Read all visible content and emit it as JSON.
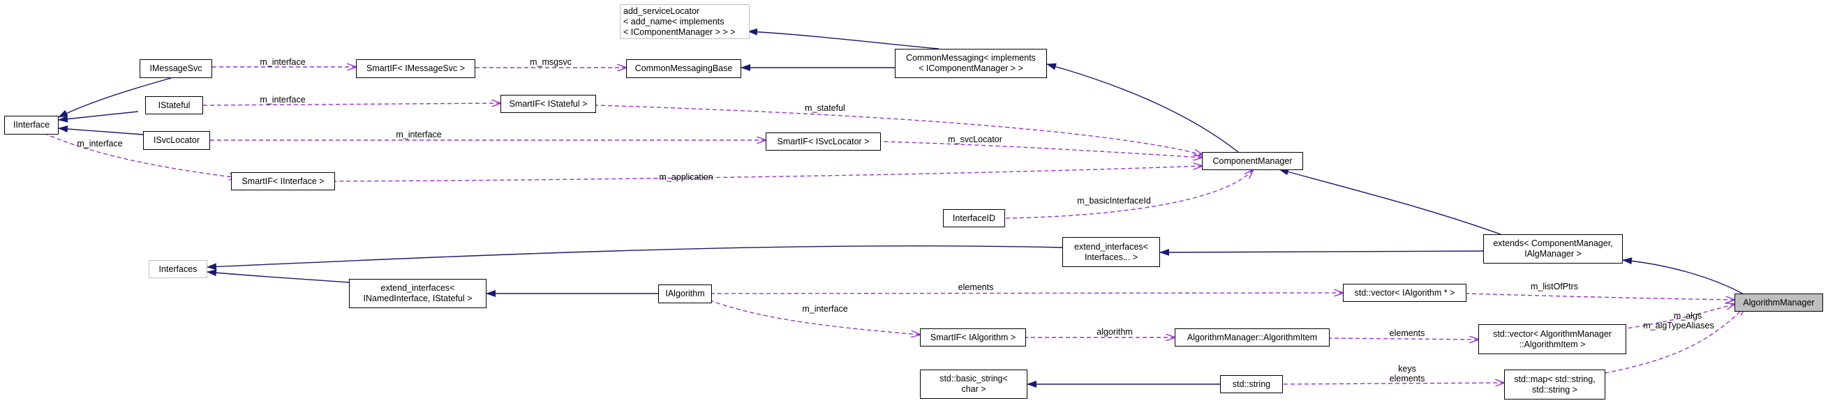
{
  "nodes": {
    "add_service_locator": "add_serviceLocator\n< add_name< implements\n< IComponentManager > > >",
    "iinterface": "IInterface",
    "imessagesvc": "IMessageSvc",
    "istateful": "IStateful",
    "isvclocator": "ISvcLocator",
    "smartif_imessagesvc": "SmartIF< IMessageSvc >",
    "smartif_istateful": "SmartIF< IStateful >",
    "smartif_isvclocator": "SmartIF< ISvcLocator >",
    "smartif_iinterface": "SmartIF< IInterface >",
    "common_messaging_base": "CommonMessagingBase",
    "common_messaging": "CommonMessaging< implements\n< IComponentManager > >",
    "component_manager": "ComponentManager",
    "interface_id": "InterfaceID",
    "interfaces": "Interfaces",
    "extend_interfaces_pack": "extend_interfaces<\nInterfaces... >",
    "extends_cm": "extends< ComponentManager,\nIAlgManager >",
    "extend_interfaces_named": "extend_interfaces<\nINamedInterface, IStateful >",
    "ialgorithm": "IAlgorithm",
    "vector_ialgorithm": "std::vector< IAlgorithm * >",
    "smartif_ialgorithm": "SmartIF< IAlgorithm >",
    "algorithm_item": "AlgorithmManager::AlgorithmItem",
    "vector_algorithm_item": "std::vector< AlgorithmManager\n::AlgorithmItem >",
    "algorithm_manager": "AlgorithmManager",
    "basic_string": "std::basic_string<\nchar >",
    "std_string": "std::string",
    "map_string": "std::map< std::string,\nstd::string >"
  },
  "edge_labels": {
    "m_interface_msgsvc": "m_interface",
    "m_msgsvc": "m_msgsvc",
    "m_interface_stateful": "m_interface",
    "m_stateful": "m_stateful",
    "m_interface_svcloc": "m_interface",
    "m_svclocator": "m_svcLocator",
    "m_interface_iinterface": "m_interface",
    "m_application": "m_application",
    "m_basic_interface_id": "m_basicInterfaceId",
    "elements_vector": "elements",
    "m_list_of_ptrs": "m_listOfPtrs",
    "m_interface_ialgorithm": "m_interface",
    "algorithm": "algorithm",
    "elements_items": "elements",
    "m_algs": "m_algs",
    "m_alg_type_aliases": "m_algTypeAliases",
    "keys_elements": "keys\nelements"
  },
  "colors": {
    "inheritance": "#191970",
    "usage": "#9a32cd",
    "focus_fill": "#bfbfbf",
    "undocumented_border": "#bfbfbf"
  }
}
